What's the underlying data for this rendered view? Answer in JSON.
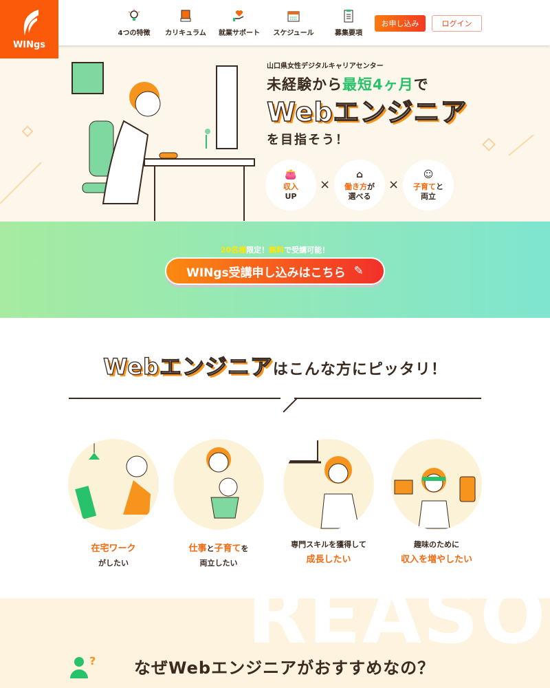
{
  "logo": {
    "text": "WINgs"
  },
  "nav": [
    {
      "label": "4つの特徴",
      "icon": "lightbulb-icon"
    },
    {
      "label": "カリキュラム",
      "icon": "laptop-code-icon"
    },
    {
      "label": "就業サポート",
      "icon": "hand-heart-icon"
    },
    {
      "label": "スケジュール",
      "icon": "calendar-icon"
    },
    {
      "label": "募集要項",
      "icon": "clipboard-icon"
    }
  ],
  "header": {
    "apply": "お申し込み",
    "login": "ログイン"
  },
  "hero": {
    "subtitle": "山口県女性デジタルキャリアセンター",
    "line1a": "未経験から",
    "line1b": "最短4ヶ月",
    "line1c": "で",
    "big": "Webエンジニア",
    "line3": "を目指そう！",
    "badges": [
      {
        "icon": "purse-icon",
        "a": "収入",
        "b": "UP"
      },
      {
        "icon": "house-icon",
        "a": "働き方",
        "a2": "が",
        "b": "選べる"
      },
      {
        "icon": "baby-icon",
        "a": "子育て",
        "a2": "と",
        "b": "両立"
      }
    ],
    "times": "×"
  },
  "cta": {
    "limit_a": "20名様",
    "limit_b": "限定！",
    "limit_c": "無料",
    "limit_d": "で受講可能！",
    "label": "WINgs受講申し込みはこちら"
  },
  "section": {
    "title_big": "Webエンジニア",
    "title_rest": "はこんな方にピッタリ！",
    "items": [
      {
        "o1": "在宅ワーク",
        "b1": "",
        "l2": "がしたい"
      },
      {
        "o1": "仕事",
        "b1": "と",
        "o2": "子育て",
        "b2": "を",
        "l2": "両立したい"
      },
      {
        "pre": "専門スキルを獲得して",
        "o1": "成長したい"
      },
      {
        "pre": "趣味のために",
        "o1": "収入を増やしたい"
      }
    ]
  },
  "reason": {
    "bg": "REASON",
    "title": "なぜWebエンジニアがおすすめなの？"
  },
  "colors": {
    "orange": "#fa5a0a",
    "green": "#27c26a",
    "brown": "#3a2a20"
  }
}
